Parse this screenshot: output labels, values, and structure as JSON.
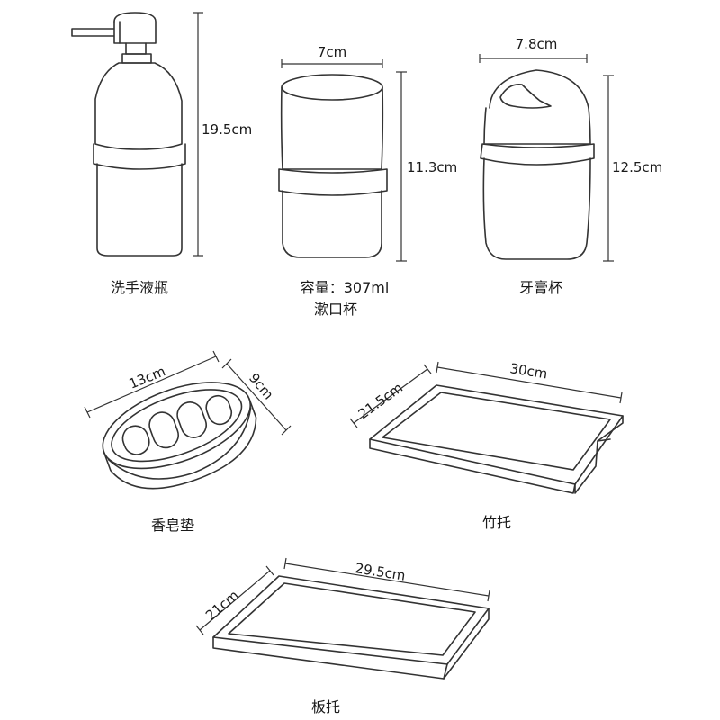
{
  "items": {
    "dispenser": {
      "name": "洗手液瓶",
      "height": "19.5cm"
    },
    "cup": {
      "capacity": "容量：307ml",
      "name": "漱口杯",
      "width": "7cm",
      "height": "11.3cm"
    },
    "toothpaste_cup": {
      "name": "牙膏杯",
      "width": "7.8cm",
      "height": "12.5cm"
    },
    "soap_dish": {
      "name": "香皂垫",
      "length": "13cm",
      "width": "9cm"
    },
    "bamboo_tray": {
      "name": "竹托",
      "length": "30cm",
      "width": "21.5cm"
    },
    "board_tray": {
      "name": "板托",
      "length": "29.5cm",
      "width": "21cm"
    }
  }
}
